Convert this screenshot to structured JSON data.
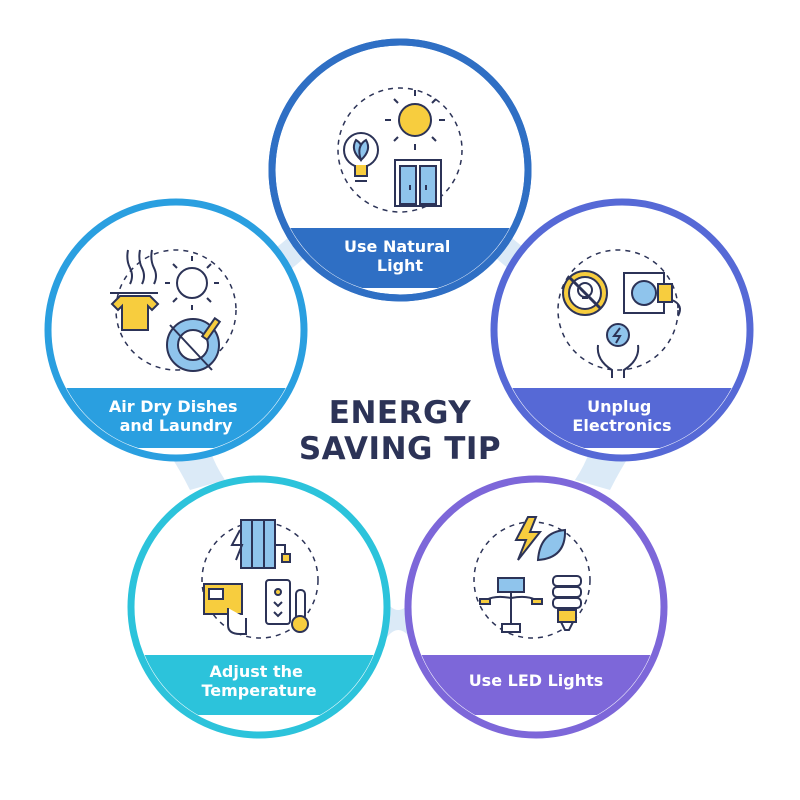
{
  "title": {
    "line1": "ENERGY",
    "line2": "SAVING TIP"
  },
  "tips": [
    {
      "line1": "Use Natural",
      "line2": "Light",
      "color": "#2f6fc4"
    },
    {
      "line1": "Unplug",
      "line2": "Electronics",
      "color": "#5669d6"
    },
    {
      "line1": "Use LED Lights",
      "line2": "",
      "color": "#7d67d9"
    },
    {
      "line1": "Adjust the",
      "line2": "Temperature",
      "color": "#2cc3db"
    },
    {
      "line1": "Air Dry Dishes",
      "line2": "and Laundry",
      "color": "#2a9fe0"
    }
  ],
  "colors": {
    "title": "#2c3357",
    "icon_outline": "#2c3357",
    "icon_yellow": "#f7cd3e",
    "icon_blue": "#8fc4ec",
    "connector": "#d7e8f8"
  },
  "icons": [
    "sun-icon",
    "lightbulb-leaf-icon",
    "window-icon",
    "no-lightbulb-icon",
    "socket-plug-icon",
    "hands-energy-icon",
    "lightning-leaf-icon",
    "solar-streetlight-icon",
    "led-bulb-icon",
    "radiator-icon",
    "thermostat-icon",
    "phone-remote-icon",
    "thermometer-icon",
    "shirt-clothesline-icon",
    "dishes-icon"
  ]
}
